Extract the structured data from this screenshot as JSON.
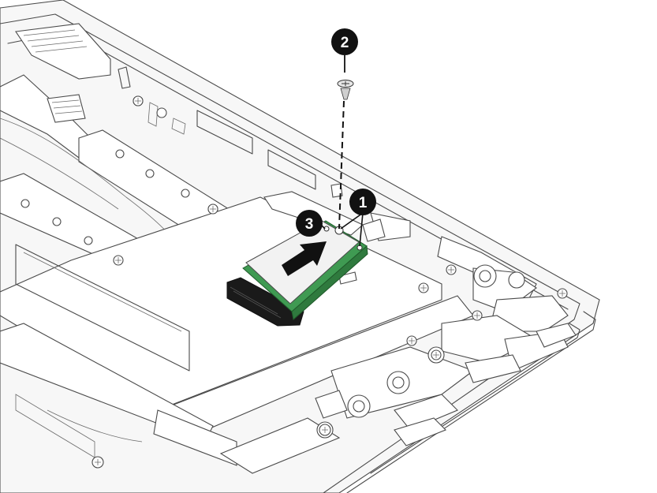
{
  "callouts": [
    {
      "id": "1",
      "label": "1"
    },
    {
      "id": "2",
      "label": "2"
    },
    {
      "id": "3",
      "label": "3"
    }
  ],
  "colors": {
    "line": "#4a4a4a",
    "callout": "#111111",
    "card_pcb": "#3f9a52",
    "card_label": "#f2f2f2",
    "connector": "#1a1a1a"
  },
  "icons": [
    "screw-icon",
    "arrow-icon"
  ]
}
